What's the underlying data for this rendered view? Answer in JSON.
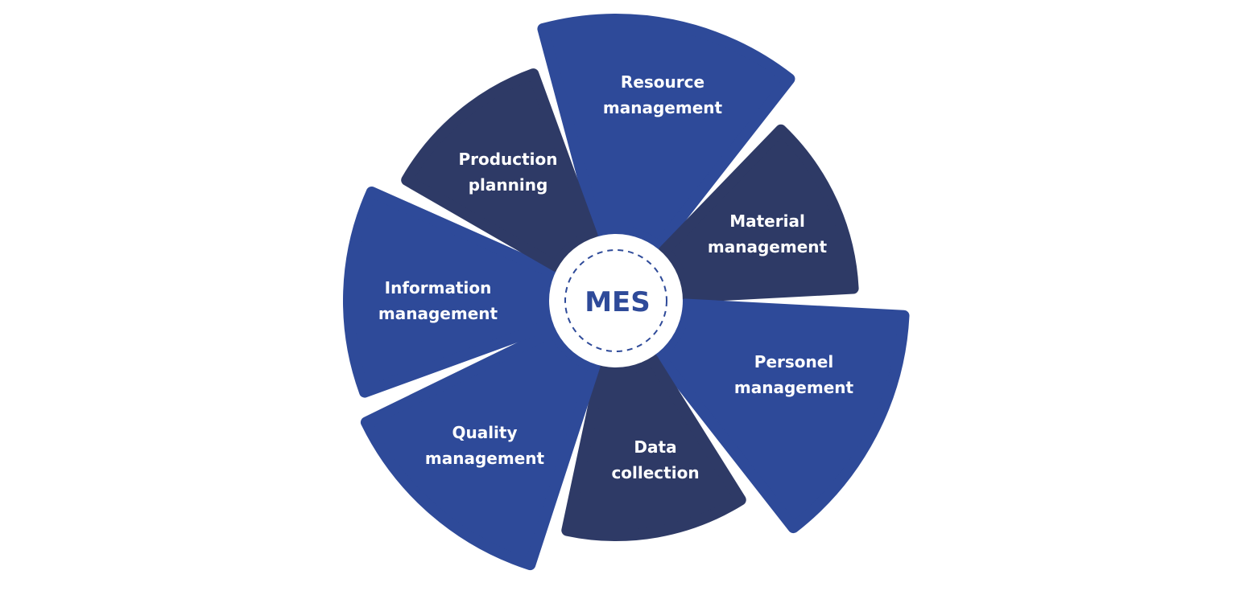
{
  "diagram": {
    "center_label": "MES",
    "colors": {
      "blue": "#2e4a99",
      "navy": "#2e3a66",
      "center_fill": "#ffffff",
      "center_dash": "#2e4a99",
      "label_text": "#ffffff"
    },
    "segments": [
      {
        "id": "resource-management",
        "lines": [
          "Resource",
          "management"
        ],
        "color": "blue"
      },
      {
        "id": "material-management",
        "lines": [
          "Material",
          "management"
        ],
        "color": "navy"
      },
      {
        "id": "personel-management",
        "lines": [
          "Personel",
          "management"
        ],
        "color": "blue"
      },
      {
        "id": "data-collection",
        "lines": [
          "Data",
          "collection"
        ],
        "color": "navy"
      },
      {
        "id": "quality-management",
        "lines": [
          "Quality",
          "management"
        ],
        "color": "blue"
      },
      {
        "id": "information-management",
        "lines": [
          "Information",
          "management"
        ],
        "color": "blue"
      },
      {
        "id": "production-planning",
        "lines": [
          "Production",
          "planning"
        ],
        "color": "navy"
      }
    ]
  }
}
